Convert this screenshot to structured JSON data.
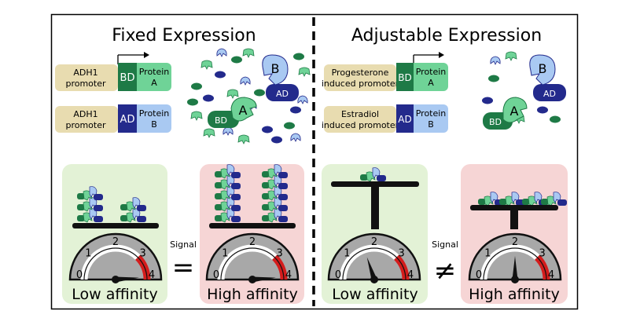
{
  "panels": {
    "fixed": {
      "title": "Fixed Expression",
      "constructs": [
        {
          "promoter": [
            "ADH1",
            "promoter"
          ],
          "domain": "BD",
          "protein": [
            "Protein",
            "A"
          ]
        },
        {
          "promoter": [
            "ADH1",
            "promoter"
          ],
          "domain": "AD",
          "protein": [
            "Protein",
            "B"
          ]
        }
      ],
      "complex_labels": {
        "a": "A",
        "b": "B",
        "bd": "BD",
        "ad": "AD"
      },
      "scales": [
        {
          "label": "Low affinity",
          "reading": 3.9
        },
        {
          "label": "High affinity",
          "reading": 3.9
        }
      ],
      "comparison": {
        "word": "Signal",
        "symbol": "="
      }
    },
    "adjustable": {
      "title": "Adjustable Expression",
      "constructs": [
        {
          "promoter": [
            "Progesterone",
            "induced promoter"
          ],
          "domain": "BD",
          "protein": [
            "Protein",
            "A"
          ]
        },
        {
          "promoter": [
            "Estradiol",
            "induced promoter"
          ],
          "domain": "AD",
          "protein": [
            "Protein",
            "B"
          ]
        }
      ],
      "complex_labels": {
        "a": "A",
        "b": "B",
        "bd": "BD",
        "ad": "AD"
      },
      "scales": [
        {
          "label": "Low affinity",
          "reading": 1.6
        },
        {
          "label": "High affinity",
          "reading": 2.0
        }
      ],
      "comparison": {
        "word": "Signal",
        "symbol": "≠"
      }
    }
  },
  "gauge_ticks": [
    "0",
    "1",
    "2",
    "3",
    "4"
  ],
  "colors": {
    "promoter": "#e8dcb0",
    "bd": "#1e7a46",
    "ad": "#232a8c",
    "protein_a": "#6fd397",
    "protein_b": "#a9c9f2",
    "low_panel": "#e3f2d6",
    "high_panel": "#f6d5d5",
    "gauge_body": "#a8a8a8",
    "gauge_red": "#d41c1c"
  }
}
